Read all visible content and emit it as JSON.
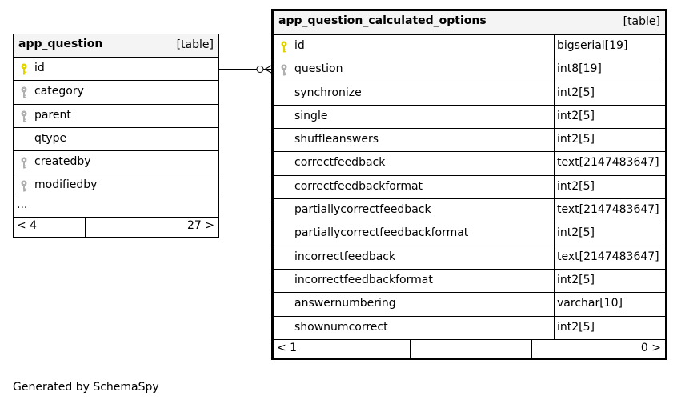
{
  "tables": {
    "app_question": {
      "name": "app_question",
      "kind": "[table]",
      "columns": [
        {
          "name": "id",
          "key": "primary"
        },
        {
          "name": "category",
          "key": "foreign"
        },
        {
          "name": "parent",
          "key": "foreign"
        },
        {
          "name": "qtype",
          "key": "none"
        },
        {
          "name": "createdby",
          "key": "foreign"
        },
        {
          "name": "modifiedby",
          "key": "foreign"
        }
      ],
      "ellipsis": "...",
      "footer": {
        "left": "< 4",
        "right": "27 >"
      }
    },
    "app_question_calculated_options": {
      "name": "app_question_calculated_options",
      "kind": "[table]",
      "columns": [
        {
          "name": "id",
          "type": "bigserial[19]",
          "key": "primary"
        },
        {
          "name": "question",
          "type": "int8[19]",
          "key": "foreign"
        },
        {
          "name": "synchronize",
          "type": "int2[5]",
          "key": "none"
        },
        {
          "name": "single",
          "type": "int2[5]",
          "key": "none"
        },
        {
          "name": "shuffleanswers",
          "type": "int2[5]",
          "key": "none"
        },
        {
          "name": "correctfeedback",
          "type": "text[2147483647]",
          "key": "none"
        },
        {
          "name": "correctfeedbackformat",
          "type": "int2[5]",
          "key": "none"
        },
        {
          "name": "partiallycorrectfeedback",
          "type": "text[2147483647]",
          "key": "none"
        },
        {
          "name": "partiallycorrectfeedbackformat",
          "type": "int2[5]",
          "key": "none"
        },
        {
          "name": "incorrectfeedback",
          "type": "text[2147483647]",
          "key": "none"
        },
        {
          "name": "incorrectfeedbackformat",
          "type": "int2[5]",
          "key": "none"
        },
        {
          "name": "answernumbering",
          "type": "varchar[10]",
          "key": "none"
        },
        {
          "name": "shownumcorrect",
          "type": "int2[5]",
          "key": "none"
        }
      ],
      "footer": {
        "left": "< 1",
        "right": "0 >"
      }
    }
  },
  "colors": {
    "primary_key": "#e0d400",
    "foreign_key": "#b0b0b0",
    "header_bg": "#f4f4f4"
  },
  "icons": {
    "primary": "key-icon",
    "foreign": "foreign-key-icon"
  },
  "generated_by": "Generated by SchemaSpy"
}
